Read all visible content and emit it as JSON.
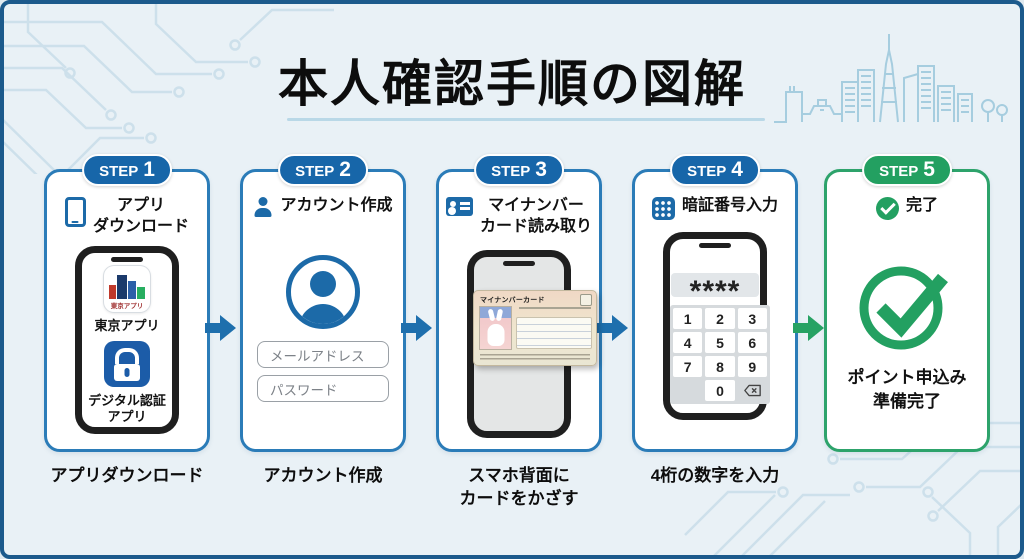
{
  "title": "本人確認手順の図解",
  "colors": {
    "primary_blue": "#1766a9",
    "card_border_blue": "#2b7cb8",
    "accent_green": "#23a061",
    "arrow_blue": "#1e6fad",
    "frame_border": "#1c5a8c",
    "background": "#e9f1f6"
  },
  "steps": [
    {
      "badge_label": "STEP",
      "badge_number": "1",
      "icon": "smartphone-icon",
      "heading": "アプリ\nダウンロード",
      "caption": "アプリダウンロード",
      "phone": {
        "store_icon_label": "東京アプリ",
        "app1_name": "東京アプリ",
        "app2_name": "デジタル認証\nアプリ"
      }
    },
    {
      "badge_label": "STEP",
      "badge_number": "2",
      "icon": "user-icon",
      "heading": "アカウント作成",
      "caption": "アカウント作成",
      "form": {
        "email_placeholder": "メールアドレス",
        "password_placeholder": "パスワード"
      }
    },
    {
      "badge_label": "STEP",
      "badge_number": "3",
      "icon": "id-card-icon",
      "heading": "マイナンバー\nカード読み取り",
      "caption": "スマホ背面に\nカードをかざす",
      "mynumber_card_title": "マイナンバーカード"
    },
    {
      "badge_label": "STEP",
      "badge_number": "4",
      "icon": "keypad-icon",
      "heading": "暗証番号入力",
      "caption": "4桁の数字を入力",
      "pin_display": "****",
      "keypad_keys": [
        "1",
        "2",
        "3",
        "4",
        "5",
        "6",
        "7",
        "8",
        "9",
        "0"
      ],
      "backspace_icon": "backspace-icon"
    },
    {
      "badge_label": "STEP",
      "badge_number": "5",
      "icon": "check-circle-icon",
      "heading": "完了",
      "result_text": "ポイント申込み\n準備完了"
    }
  ]
}
